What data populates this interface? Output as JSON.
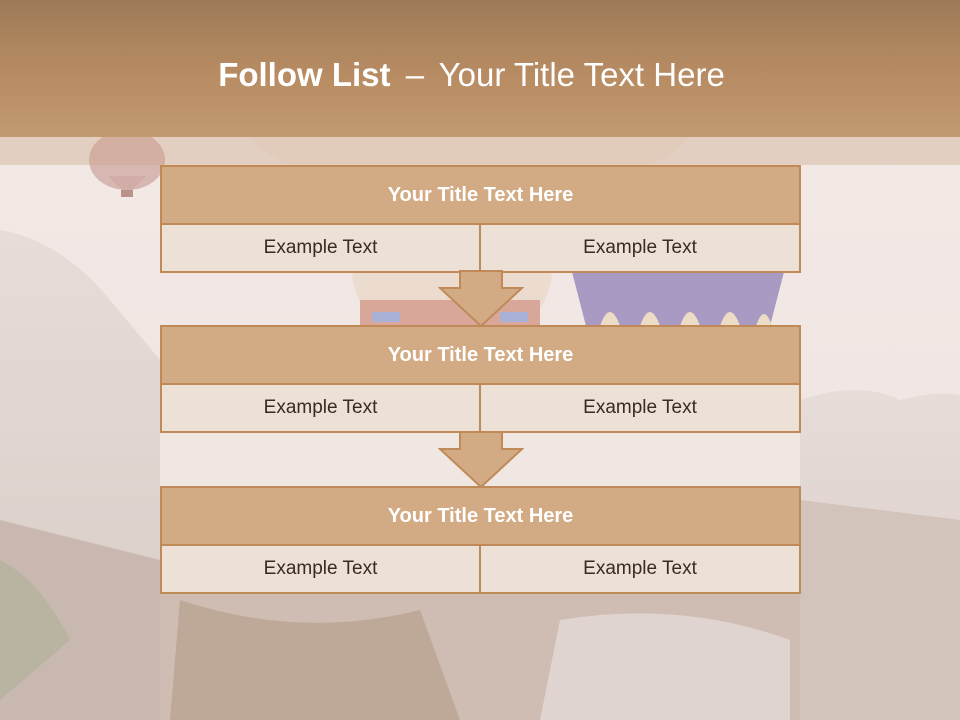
{
  "slide": {
    "title_bold": "Follow List",
    "title_separator": "–",
    "title_rest": "Your Title Text Here"
  },
  "colors": {
    "header": "#b88c63",
    "block_title_fill": "#d2ab85",
    "block_border": "#c08a58",
    "cell_fill": "#ede0d6"
  },
  "blocks": [
    {
      "title": "Your Title Text Here",
      "cells": [
        "Example Text",
        "Example Text"
      ]
    },
    {
      "title": "Your Title Text Here",
      "cells": [
        "Example Text",
        "Example Text"
      ]
    },
    {
      "title": "Your Title Text Here",
      "cells": [
        "Example Text",
        "Example Text"
      ]
    }
  ]
}
